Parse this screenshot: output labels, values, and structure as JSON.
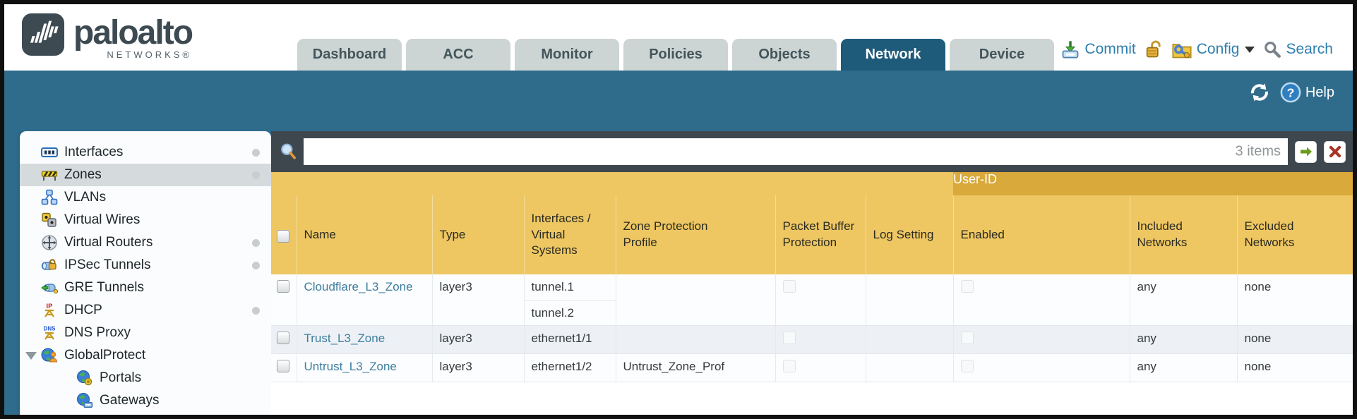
{
  "brand": {
    "name": "paloalto",
    "sub": "NETWORKS®"
  },
  "header": {
    "tabs": [
      {
        "label": "Dashboard",
        "active": false
      },
      {
        "label": "ACC",
        "active": false
      },
      {
        "label": "Monitor",
        "active": false
      },
      {
        "label": "Policies",
        "active": false
      },
      {
        "label": "Objects",
        "active": false
      },
      {
        "label": "Network",
        "active": true
      },
      {
        "label": "Device",
        "active": false
      }
    ],
    "utilities": {
      "commit": "Commit",
      "config": "Config",
      "search": "Search"
    }
  },
  "band": {
    "help": "Help"
  },
  "sidebar": {
    "items": [
      {
        "label": "Interfaces",
        "dot": true
      },
      {
        "label": "Zones",
        "dot": true,
        "selected": true
      },
      {
        "label": "VLANs"
      },
      {
        "label": "Virtual Wires"
      },
      {
        "label": "Virtual Routers",
        "dot": true
      },
      {
        "label": "IPSec Tunnels",
        "dot": true
      },
      {
        "label": "GRE Tunnels"
      },
      {
        "label": "DHCP",
        "dot": true
      },
      {
        "label": "DNS Proxy",
        "dot": true
      },
      {
        "label": "GlobalProtect",
        "expanded": true,
        "children": [
          {
            "label": "Portals"
          },
          {
            "label": "Gateways"
          }
        ]
      }
    ]
  },
  "filter": {
    "value": "",
    "count": "3 items"
  },
  "table": {
    "group_header": "User-ID",
    "columns": [
      "Name",
      "Type",
      "Interfaces / Virtual Systems",
      "Zone Protection Profile",
      "Packet Buffer Protection",
      "Log Setting",
      "Enabled",
      "Included Networks",
      "Excluded Networks"
    ],
    "rows": [
      {
        "name": "Cloudflare_L3_Zone",
        "type": "layer3",
        "interfaces": [
          "tunnel.1",
          "tunnel.2"
        ],
        "zone_protection_profile": "",
        "log_setting": "",
        "included_networks": "any",
        "excluded_networks": "none"
      },
      {
        "name": "Trust_L3_Zone",
        "type": "layer3",
        "interfaces": [
          "ethernet1/1"
        ],
        "zone_protection_profile": "",
        "log_setting": "",
        "included_networks": "any",
        "excluded_networks": "none"
      },
      {
        "name": "Untrust_L3_Zone",
        "type": "layer3",
        "interfaces": [
          "ethernet1/2"
        ],
        "zone_protection_profile": "Untrust_Zone_Prof",
        "log_setting": "",
        "included_networks": "any",
        "excluded_networks": "none"
      }
    ]
  },
  "icons": {
    "logo": "paloalto-waveform-mark",
    "commit": "tray-with-green-down-arrow",
    "lock": "gold-open-padlock",
    "config": "folder-with-wrench",
    "search": "magnifier",
    "refresh": "circular-arrows",
    "help": "blue-question-circle",
    "filter_search": "magnifier",
    "apply_filter": "green-right-arrow",
    "clear_filter": "red-x"
  },
  "colors": {
    "teal_band": "#2f6b8b",
    "active_tab": "#1e5a7a",
    "header_gold": "#eec763",
    "header_gold_dark": "#d9a93c",
    "filter_bar": "#3f474e",
    "link": "#3c7d9e"
  }
}
